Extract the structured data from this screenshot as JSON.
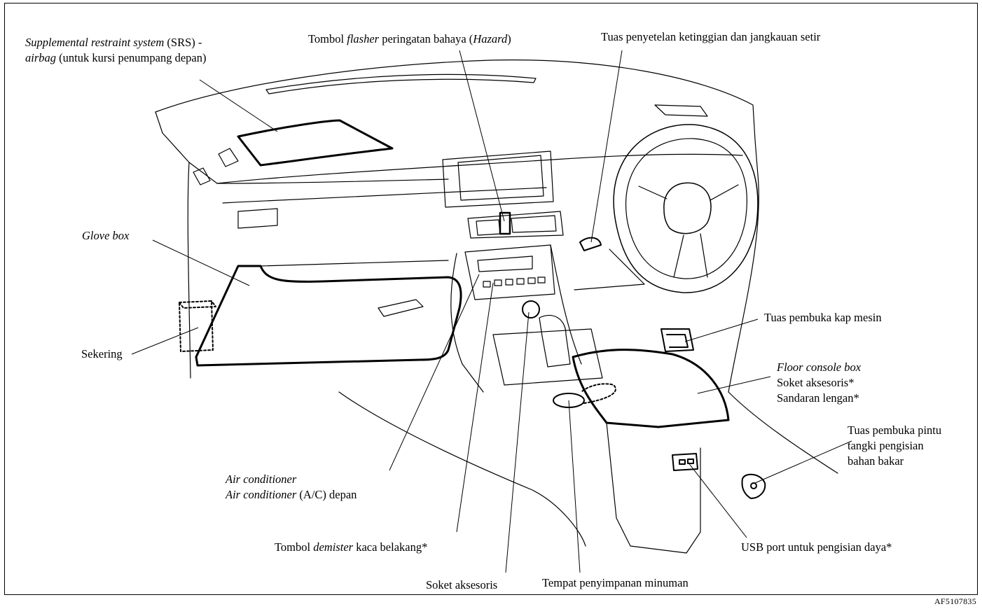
{
  "labels": {
    "srs_line1_italic": "Supplemental restraint system",
    "srs_line1_rest": " (SRS) -",
    "srs_line2_italic": "airbag",
    "srs_line2_rest": " (untuk kursi penumpang depan)",
    "hazard_pre": "Tombol ",
    "hazard_italic": "flasher",
    "hazard_mid": " peringatan bahaya (",
    "hazard_italic2": "Hazard",
    "hazard_post": ")",
    "tilt": "Tuas penyetelan ketinggian dan jangkauan setir",
    "glove_box": "Glove box",
    "sekering": "Sekering",
    "hood": "Tuas pembuka kap mesin",
    "console_italic": "Floor console box",
    "console_socket": "Soket aksesoris*",
    "console_armrest": "Sandaran lengan*",
    "fuel_line1": "Tuas pembuka pintu",
    "fuel_line2": "tangki pengisian",
    "fuel_line3": "bahan bakar",
    "ac_line1": "Air conditioner",
    "ac_line2_italic": "Air conditioner",
    "ac_line2_rest": " (A/C) depan",
    "demister_pre": "Tombol ",
    "demister_italic": "demister",
    "demister_post": " kaca belakang*",
    "usb": "USB port untuk pengisian daya*",
    "accessory_socket": "Soket aksesoris",
    "cup_holder": "Tempat penyimpanan minuman"
  },
  "figure_code": "AF5107835"
}
